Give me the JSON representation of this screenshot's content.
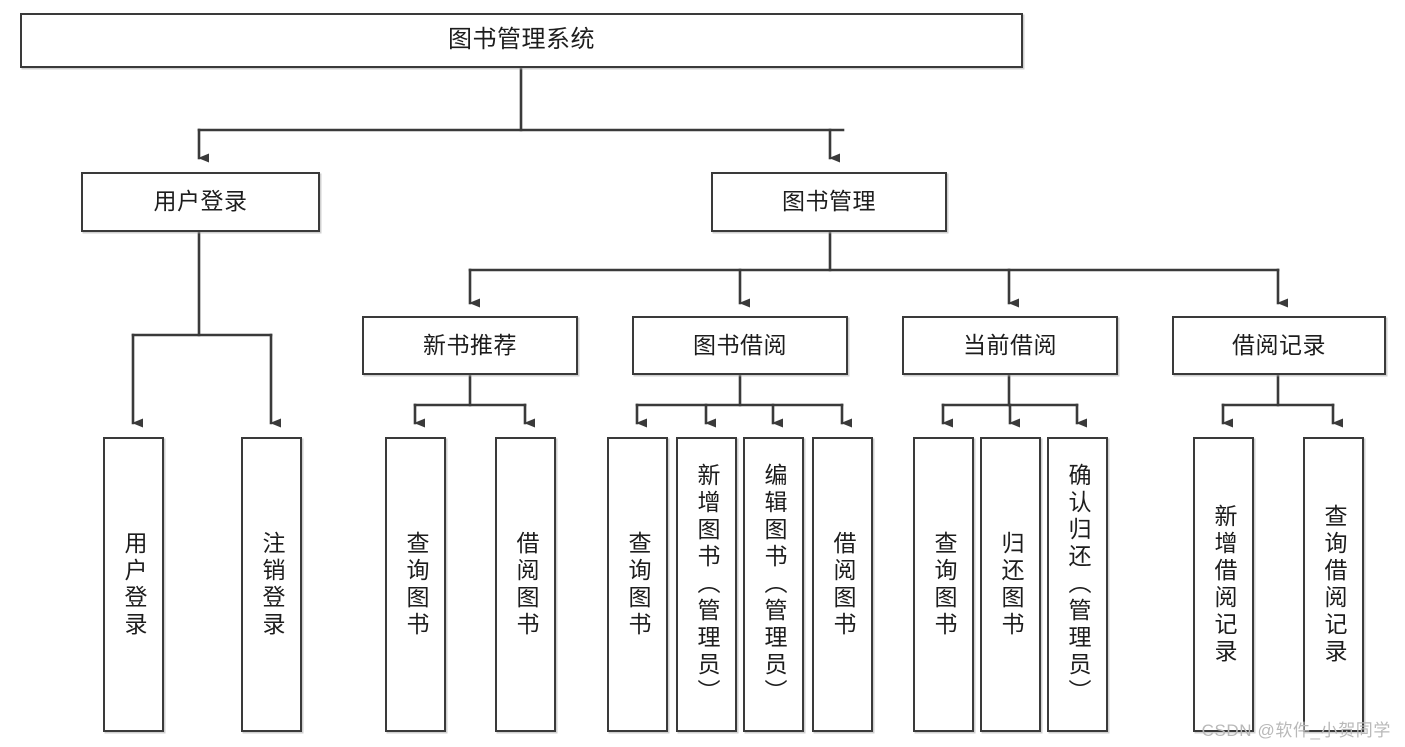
{
  "diagram": {
    "type": "tree",
    "title": "图书管理系统",
    "orientation": "top-down",
    "colors": {
      "box_border": "#3a3a3a",
      "box_fill": "#ffffff",
      "connector": "#3a3a3a",
      "text": "#1d1d1d",
      "watermark": "#b9b9b9",
      "background": "#ffffff"
    },
    "root": {
      "id": "root",
      "label": "图书管理系统",
      "text_orientation": "horizontal"
    },
    "level2": [
      {
        "id": "user-login",
        "label": "用户登录",
        "text_orientation": "horizontal"
      },
      {
        "id": "book-management",
        "label": "图书管理",
        "text_orientation": "horizontal"
      }
    ],
    "level3": [
      {
        "id": "new-book-recommend",
        "label": "新书推荐",
        "text_orientation": "horizontal",
        "parent": "book-management"
      },
      {
        "id": "book-borrow",
        "label": "图书借阅",
        "text_orientation": "horizontal",
        "parent": "book-management"
      },
      {
        "id": "current-borrow",
        "label": "当前借阅",
        "text_orientation": "horizontal",
        "parent": "book-management"
      },
      {
        "id": "borrow-record",
        "label": "借阅记录",
        "text_orientation": "horizontal",
        "parent": "book-management"
      }
    ],
    "leaves": {
      "user_login": [
        {
          "id": "leaf-user-login",
          "label": "用户登录",
          "text_orientation": "vertical"
        },
        {
          "id": "leaf-user-logout",
          "label": "注销登录",
          "text_orientation": "vertical"
        }
      ],
      "new_book_recommend": [
        {
          "id": "leaf-query-book-1",
          "label": "查询图书",
          "text_orientation": "vertical"
        },
        {
          "id": "leaf-borrow-book-1",
          "label": "借阅图书",
          "text_orientation": "vertical"
        }
      ],
      "book_borrow": [
        {
          "id": "leaf-query-book-2",
          "label": "查询图书",
          "text_orientation": "vertical"
        },
        {
          "id": "leaf-add-book",
          "label": "新增图书（管理员）",
          "text_orientation": "vertical"
        },
        {
          "id": "leaf-edit-book",
          "label": "编辑图书（管理员）",
          "text_orientation": "vertical"
        },
        {
          "id": "leaf-borrow-book-2",
          "label": "借阅图书",
          "text_orientation": "vertical"
        }
      ],
      "current_borrow": [
        {
          "id": "leaf-query-book-3",
          "label": "查询图书",
          "text_orientation": "vertical"
        },
        {
          "id": "leaf-return-book",
          "label": "归还图书",
          "text_orientation": "vertical"
        },
        {
          "id": "leaf-confirm-return",
          "label": "确认归还（管理员）",
          "text_orientation": "vertical"
        }
      ],
      "borrow_record": [
        {
          "id": "leaf-add-record",
          "label": "新增借阅记录",
          "text_orientation": "vertical"
        },
        {
          "id": "leaf-query-record",
          "label": "查询借阅记录",
          "text_orientation": "vertical"
        }
      ]
    }
  },
  "watermark": {
    "text": "CSDN @软件_小贺同学"
  }
}
